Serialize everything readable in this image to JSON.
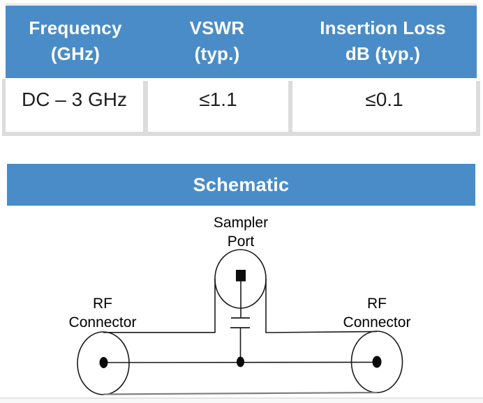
{
  "spec_table": {
    "columns": [
      {
        "line1": "Frequency",
        "line2": "(GHz)"
      },
      {
        "line1": "VSWR",
        "line2": "(typ.)"
      },
      {
        "line1": "Insertion Loss",
        "line2": "dB (typ.)"
      }
    ],
    "rows": [
      {
        "frequency": "DC – 3 GHz",
        "vswr": "≤1.1",
        "insertion_loss": "≤0.1"
      }
    ]
  },
  "schematic": {
    "title": "Schematic",
    "sampler_label": {
      "line1": "Sampler",
      "line2": "Port"
    },
    "rf_left_label": {
      "line1": "RF",
      "line2": "Connector"
    },
    "rf_right_label": {
      "line1": "RF",
      "line2": "Connector"
    }
  },
  "colors": {
    "accent_blue": "#4a8cc7",
    "table_border_gray": "#dcdcdc",
    "schematic_line_black": "#1a1a1a",
    "cylinder_bottom_gray": "#7e7e7e"
  }
}
